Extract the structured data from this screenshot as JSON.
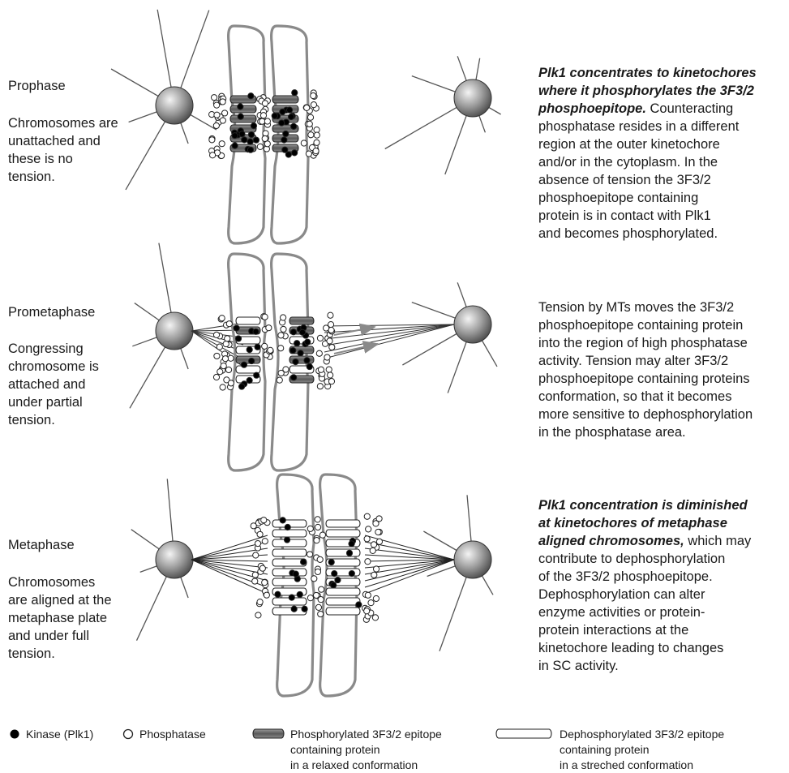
{
  "stages": [
    {
      "name": "Prophase",
      "desc": "Chromosomes are\nunattached and\nthese is no\ntension.",
      "note_bold": "Plk1 concentrates to kinetochores\nwhere it phosphorylates the 3F3/2\nphosphoepitope.",
      "note_rest": " Counteracting\nphosphatase resides in a different\nregion at the outer kinetochore\nand/or in the cytoplasm. In the\nabsence of tension the 3F3/2\nphosphoepitope containing\nprotein is in contact with Plk1\nand becomes phosphorylated."
    },
    {
      "name": "Prometaphase",
      "desc": "Congressing\nchromosome is\nattached and\nunder partial\ntension.",
      "note_bold": "",
      "note_rest": "Tension by MTs moves the 3F3/2\nphosphoepitope containing protein\ninto the region of high phosphatase\nactivity. Tension may alter 3F3/2\nphosphoepitope containing proteins\nconformation, so that it becomes\nmore sensitive to dephosphorylation\nin the phosphatase area."
    },
    {
      "name": "Metaphase",
      "desc": "Chromosomes\nare aligned at the\nmetaphase plate\nand under full\ntension.",
      "note_bold": "Plk1 concentration is diminished\nat kinetochores of metaphase\naligned chromosomes,",
      "note_rest": " which may\ncontribute to dephosphorylation\nof the 3F3/2 phosphoepitope.\nDephosphorylation can alter\nenzyme activities or protein-\nprotein interactions at the\nkinetochore leading to changes\nin SC activity."
    }
  ],
  "legend": {
    "kinase": "Kinase (Plk1)",
    "phosphatase": "Phosphatase",
    "phosphorylated": "Phosphorylated 3F3/2 epitope\ncontaining protein\nin a relaxed conformation",
    "dephosphorylated": "Dephosphorylated 3F3/2 epitope\ncontaining protein\nin a streched conformation"
  },
  "colors": {
    "chromosome_outline": "#8a8a8a",
    "centrosome_light": "#f2f2f2",
    "centrosome_dark": "#5a5a5a",
    "phosphorylated_fill": "#6e6e6e",
    "kinase": "#000000",
    "arrow": "#8a8a8a"
  }
}
